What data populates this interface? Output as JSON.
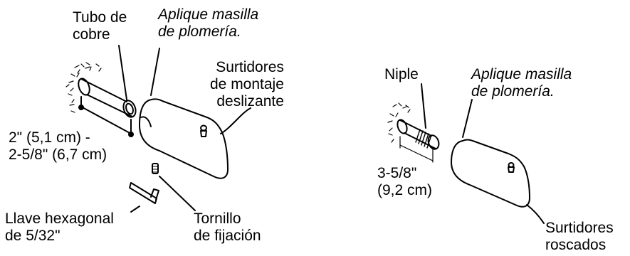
{
  "left": {
    "copper_tube": [
      "Tubo de",
      "cobre"
    ],
    "putty": [
      "Aplique masilla",
      "de plomería."
    ],
    "slip_fit": [
      "Surtidores",
      "de montaje",
      "deslizante"
    ],
    "length": [
      "2\" (5,1 cm) -",
      "2-5/8\" (6,7 cm)"
    ],
    "hex_key": [
      "Llave hexagonal",
      "de 5/32\""
    ],
    "set_screw": [
      "Tornillo",
      "de fijación"
    ]
  },
  "right": {
    "nipple": "Niple",
    "putty": [
      "Aplique masilla",
      "de plomería."
    ],
    "length": [
      "3-5/8\"",
      "(9,2 cm)"
    ],
    "threaded": [
      "Surtidores",
      "roscados"
    ]
  }
}
